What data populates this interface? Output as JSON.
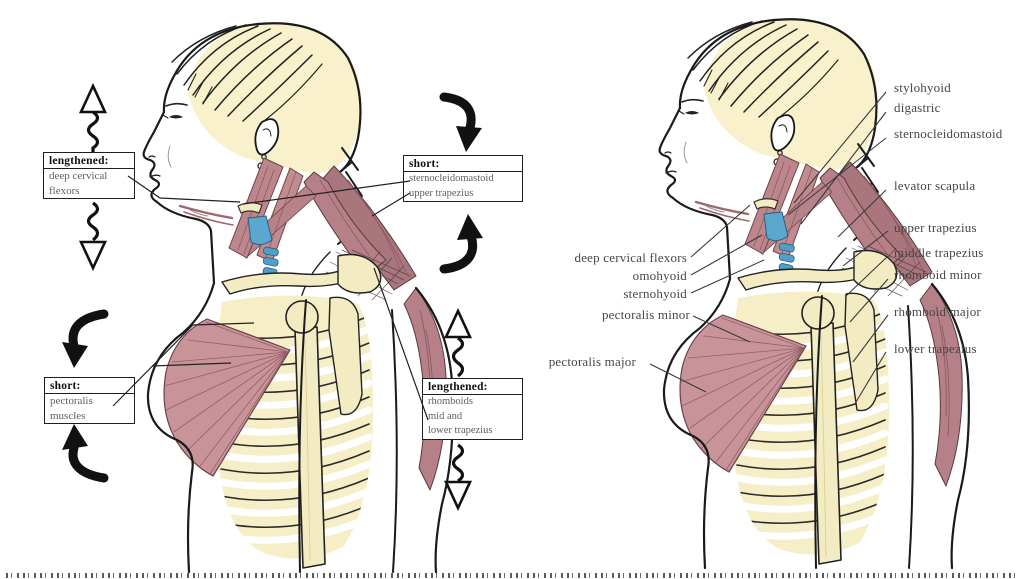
{
  "diagram": {
    "subject": "posture muscle diagram, two profile anatomical figures",
    "colors": {
      "bone_cream": "#f5eec6",
      "muscle_pink": "#c28b92",
      "muscle_dark": "#8a575e",
      "cartilage_blue": "#4f9fc8",
      "outline": "#1a1a1a",
      "label_text": "#474747",
      "box_border": "#1e1e1e"
    }
  },
  "left_figure": {
    "boxes": [
      {
        "position": "top-left",
        "header": "lengthened:",
        "lines": [
          "deep cervical",
          "flexors"
        ],
        "arrow_icon": "wavy-stretch-arrows"
      },
      {
        "position": "top-right",
        "header": "short:",
        "lines": [
          "sternocleidomastoid",
          "upper trapezius"
        ],
        "arrow_icon": "curved-compression-arrows"
      },
      {
        "position": "bottom-left",
        "header": "short:",
        "lines": [
          "pectoralis",
          "muscles"
        ],
        "arrow_icon": "curved-compression-arrows"
      },
      {
        "position": "bottom-right",
        "header": "lengthened:",
        "lines": [
          "rhomboids",
          "mid and",
          "lower trapezius"
        ],
        "arrow_icon": "wavy-stretch-arrows"
      }
    ]
  },
  "right_figure": {
    "labels_right": [
      "stylohyoid",
      "digastric",
      "sternocleidomastoid",
      "levator scapula",
      "upper trapezius",
      "middle trapezius",
      "rhomboid minor",
      "rhomboid major",
      "lower trapezius"
    ],
    "labels_left": [
      "deep cervical flexors",
      "omohyoid",
      "sternohyoid",
      "pectoralis minor",
      "pectoralis major"
    ]
  }
}
